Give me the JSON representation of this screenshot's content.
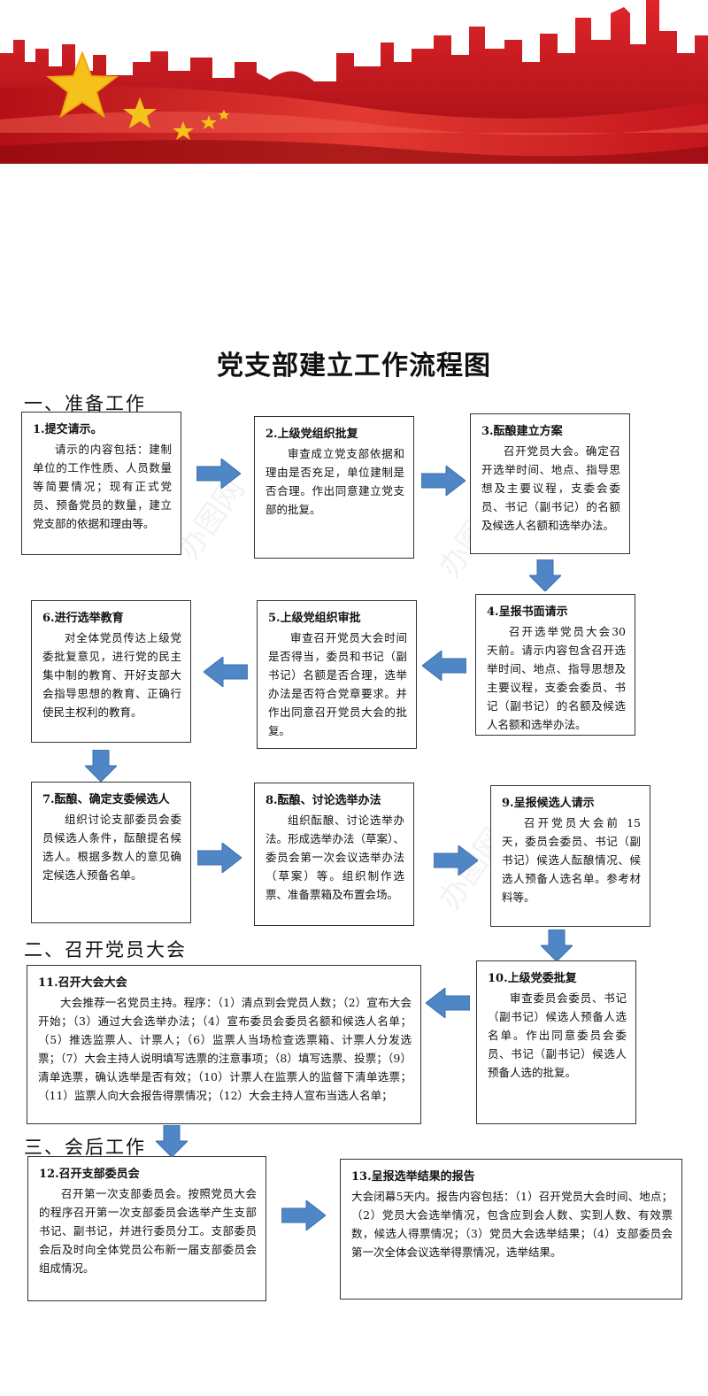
{
  "title": "党支部建立工作流程图",
  "sections": {
    "s1": "一、准备工作",
    "s2": "二、召开党员大会",
    "s3": "三、会后工作"
  },
  "steps": [
    {
      "title": "1.提交请示。",
      "body": "请示的内容包括：建制单位的工作性质、人员数量等简要情况；现有正式党员、预备党员的数量，建立党支部的依据和理由等。"
    },
    {
      "title": "2.上级党组织批复",
      "body": "审查成立党支部依据和理由是否充足，单位建制是否合理。作出同意建立党支部的批复。"
    },
    {
      "title": "3.酝酿建立方案",
      "body": "召开党员大会。确定召开选举时间、地点、指导思想及主要议程，支委会委员、书记（副书记）的名额及候选人名额和选举办法。"
    },
    {
      "title": "4.呈报书面请示",
      "body": "召开选举党员大会30 天前。请示内容包含召开选举时间、地点、指导思想及主要议程，支委会委员、书记（副书记）的名额及候选人名额和选举办法。"
    },
    {
      "title": "5.上级党组织审批",
      "body": "审查召开党员大会时间是否得当，委员和书记（副书记）名额是否合理，选举办法是否符合党章要求。并作出同意召开党员大会的批复。"
    },
    {
      "title": "6.进行选举教育",
      "body": "对全体党员传达上级党委批复意见，进行党的民主集中制的教育、开好支部大会指导思想的教育、正确行使民主权利的教育。"
    },
    {
      "title": "7.酝酿、确定支委候选人",
      "body": "组织讨论支部委员会委员候选人条件，酝酿提名候选人。根据多数人的意见确定候选人预备名单。"
    },
    {
      "title": "8.酝酿、讨论选举办法",
      "body": "组织酝酿、讨论选举办法。形成选举办法（草案）、委员会第一次会议选举办法（草案）等。组织制作选票、准备票箱及布置会场。"
    },
    {
      "title": "9.呈报候选人请示",
      "body": "召开党员大会前 15天，委员会委员、书记（副书记）候选人酝酿情况、候选人预备人选名单。参考材料等。"
    },
    {
      "title": "10.上级党委批复",
      "body": "审查委员会委员、书记（副书记）候选人预备人选名单。作出同意委员会委员、书记（副书记）候选人预备人选的批复。"
    },
    {
      "title": "11.召开大会大会",
      "body": "大会推荐一名党员主持。程序：（1）清点到会党员人数；（2）宣布大会开始；（3）通过大会选举办法；（4）宣布委员会委员名额和候选人名单；（5）推选监票人、计票人；（6）监票人当场检查选票箱、计票人分发选票；（7）大会主持人说明填写选票的注意事项；（8）填写选票、投票；（9）清单选票，确认选举是否有效；（10）计票人在监票人的监督下清单选票；（11）监票人向大会报告得票情况；（12）大会主持人宣布当选人名单；"
    },
    {
      "title": "12.召开支部委员会",
      "body": "召开第一次支部委员会。按照党员大会的程序召开第一次支部委员会选举产生支部书记、副书记，并进行委员分工。支部委员会后及时向全体党员公布新一届支部委员会组成情况。"
    },
    {
      "title": "13.呈报选举结果的报告",
      "body": "大会闭幕5天内。报告内容包括：（1）召开党员大会时间、地点；（2）党员大会选举情况，包含应到会人数、实到人数、有效票数，候选人得票情况；（3）党员大会选举结果；（4）支部委员会第一次全体会议选举得票情况，选举结果。"
    }
  ],
  "colors": {
    "banner_red": "#c8141c",
    "arrow_blue": "#4f86c6",
    "star_gold": "#f5c21b"
  }
}
